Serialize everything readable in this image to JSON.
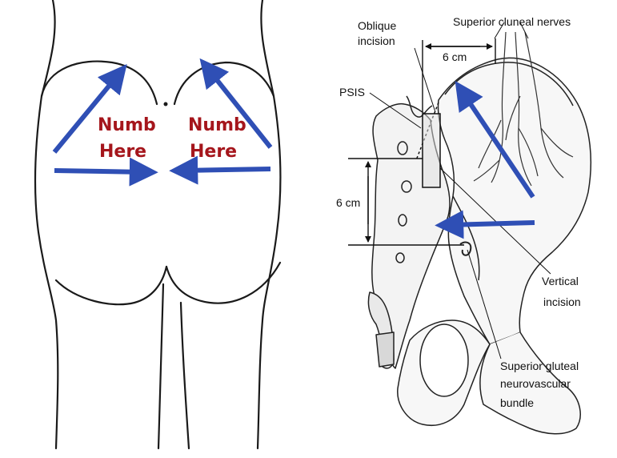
{
  "colors": {
    "arrow": "#2f4fb5",
    "numb_text": "#a5161c",
    "ink": "#1a1a1a",
    "background": "#ffffff"
  },
  "left_panel": {
    "left_label": {
      "line1": "Numb",
      "line2": "Here"
    },
    "right_label": {
      "line1": "Numb",
      "line2": "Here"
    }
  },
  "right_panel": {
    "labels": {
      "oblique_1": "Oblique",
      "oblique_2": "incision",
      "cluneal": "Superior cluneal nerves",
      "six_cm_top": "6 cm",
      "psis": "PSIS",
      "six_cm_side": "6 cm",
      "vertical_1": "Vertical",
      "vertical_2": "incision",
      "gluteal_1": "Superior gluteal",
      "gluteal_2": "neurovascular",
      "gluteal_3": "bundle"
    }
  }
}
